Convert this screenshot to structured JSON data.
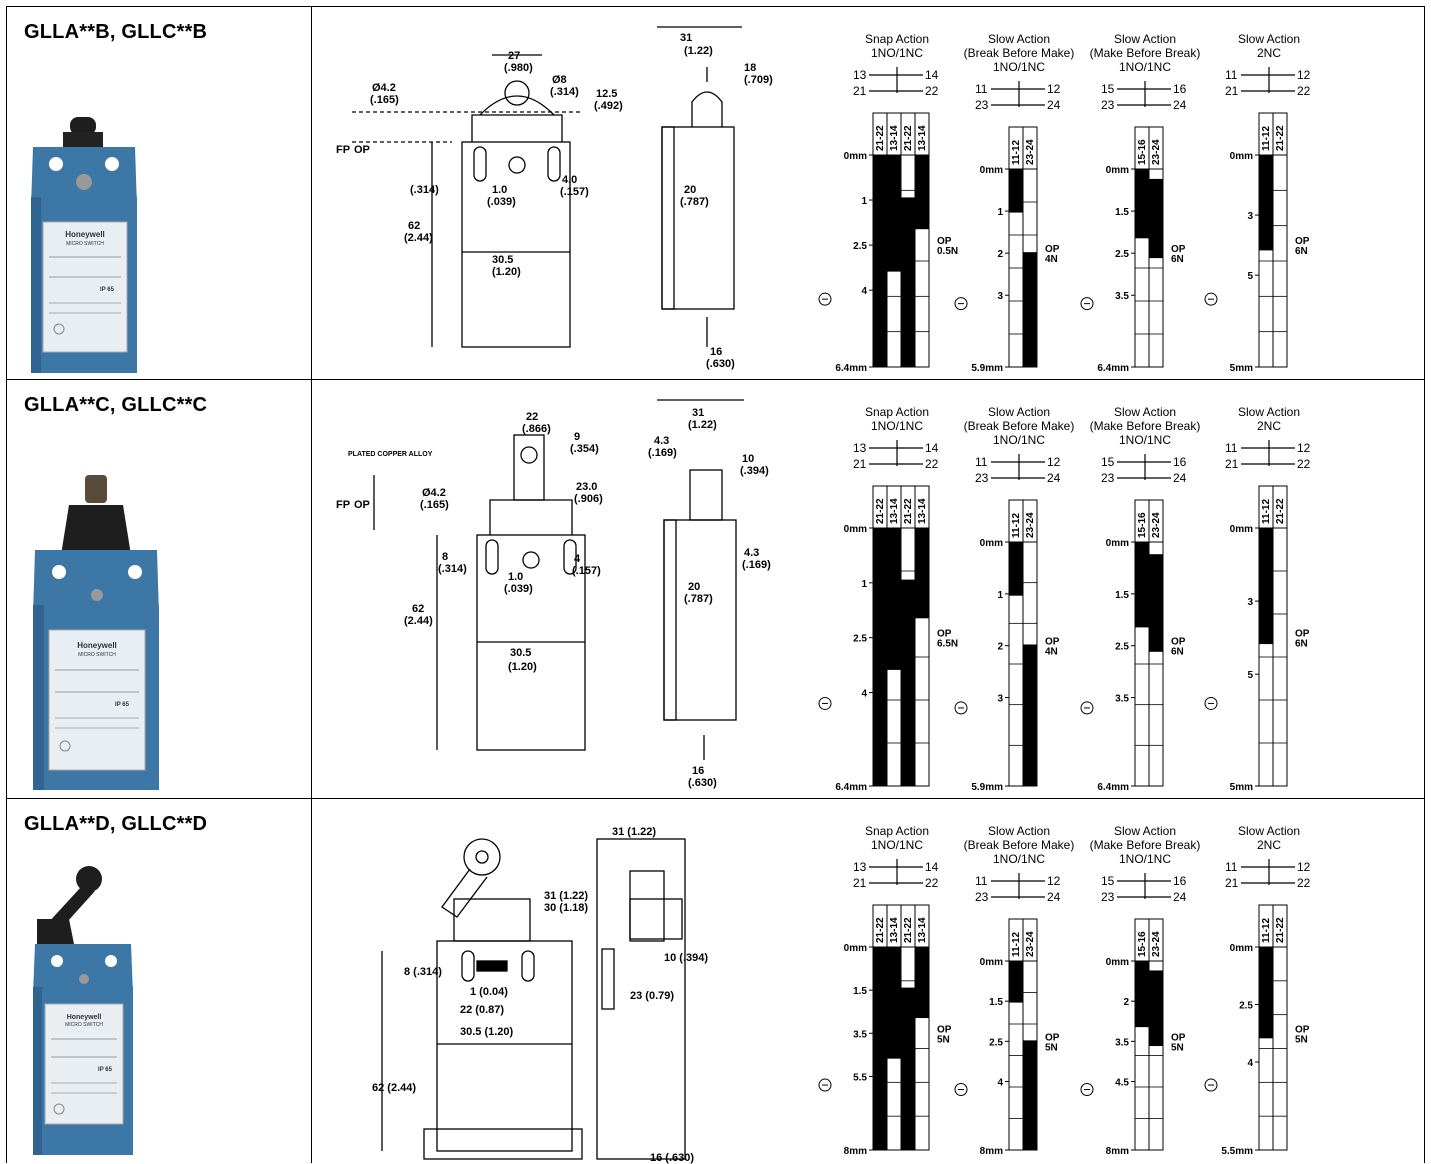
{
  "rows": [
    {
      "model": "GLLA**B, GLLC**B",
      "drawing_dims": [
        "31",
        "(1.22)",
        "27",
        "(.980)",
        "Ø4.2",
        "(.165)",
        "Ø8",
        "(.314)",
        "12.5",
        "(.492)",
        "18",
        "(.709)",
        "FP",
        "OP",
        "(.314)",
        "1.0",
        "(.039)",
        "4.0",
        "(.157)",
        "62",
        "(2.44)",
        "30.5",
        "(1.20)",
        "20",
        "(.787)",
        "16",
        "(.630)"
      ],
      "diagrams": [
        {
          "title": "Snap Action",
          "subtitle": "1NO/1NC",
          "wiring": [
            "13",
            "14",
            "21",
            "22"
          ],
          "contacts": [
            "21-22",
            "13-14",
            "21-22",
            "13-14"
          ],
          "ticks": [
            "0mm",
            "1",
            "2.5",
            "4",
            "6.4mm"
          ],
          "opos": "OP",
          "opos2": "0.5N"
        },
        {
          "title": "Slow Action",
          "subtitle": "(Break Before Make)",
          "subtitle2": "1NO/1NC",
          "wiring": [
            "11",
            "12",
            "23",
            "24"
          ],
          "contacts": [
            "11-12",
            "23-24"
          ],
          "ticks": [
            "0mm",
            "1",
            "2",
            "3",
            "5.9mm"
          ],
          "opos": "OP",
          "opos2": "4N"
        },
        {
          "title": "Slow Action",
          "subtitle": "(Make Before Break)",
          "subtitle2": "1NO/1NC",
          "wiring": [
            "15",
            "16",
            "23",
            "24"
          ],
          "contacts": [
            "15-16",
            "23-24"
          ],
          "ticks": [
            "0mm",
            "1.5",
            "2.5",
            "3.5",
            "6.4mm"
          ],
          "opos": "OP",
          "opos2": "6N"
        },
        {
          "title": "Slow Action",
          "subtitle": "2NC",
          "wiring": [
            "11",
            "12",
            "21",
            "22"
          ],
          "contacts": [
            "11-12",
            "21-22"
          ],
          "ticks": [
            "0mm",
            "3",
            "5",
            "5mm"
          ],
          "opos": "OP",
          "opos2": "6N"
        }
      ]
    },
    {
      "model": "GLLA**C, GLLC**C",
      "drawing_dims": [
        "31",
        "(1.22)",
        "22",
        "(.866)",
        "PLATED COPPER ALLOY",
        "9",
        "(.354)",
        "4.3",
        "(.169)",
        "10",
        "(.394)",
        "Ø4.2",
        "(.165)",
        "23.0",
        "(.906)",
        "FP",
        "OP",
        "8",
        "(.314)",
        "1.0",
        "(.039)",
        "4",
        "(.157)",
        "62",
        "(2.44)",
        "30.5",
        "(1.20)",
        "20",
        "(.787)",
        "4.3",
        "(.169)",
        "16",
        "(.630)"
      ],
      "diagrams": [
        {
          "title": "Snap Action",
          "subtitle": "1NO/1NC",
          "wiring": [
            "13",
            "14",
            "21",
            "22"
          ],
          "contacts": [
            "21-22",
            "13-14",
            "21-22",
            "13-14"
          ],
          "ticks": [
            "0mm",
            "1",
            "2.5",
            "4",
            "6.4mm"
          ],
          "opos": "OP",
          "opos2": "6.5N"
        },
        {
          "title": "Slow Action",
          "subtitle": "(Break Before Make)",
          "subtitle2": "1NO/1NC",
          "wiring": [
            "11",
            "12",
            "23",
            "24"
          ],
          "contacts": [
            "11-12",
            "23-24"
          ],
          "ticks": [
            "0mm",
            "1",
            "2",
            "3",
            "5.9mm"
          ],
          "opos": "OP",
          "opos2": "4N"
        },
        {
          "title": "Slow Action",
          "subtitle": "(Make Before Break)",
          "subtitle2": "1NO/1NC",
          "wiring": [
            "15",
            "16",
            "23",
            "24"
          ],
          "contacts": [
            "15-16",
            "23-24"
          ],
          "ticks": [
            "0mm",
            "1.5",
            "2.5",
            "3.5",
            "6.4mm"
          ],
          "opos": "OP",
          "opos2": "6N"
        },
        {
          "title": "Slow Action",
          "subtitle": "2NC",
          "wiring": [
            "11",
            "12",
            "21",
            "22"
          ],
          "contacts": [
            "11-12",
            "21-22"
          ],
          "ticks": [
            "0mm",
            "3",
            "5",
            "5mm"
          ],
          "opos": "OP",
          "opos2": "6N"
        }
      ]
    },
    {
      "model": "GLLA**D, GLLC**D",
      "drawing_dims": [
        "31 (1.22)",
        "31 (1.22)",
        "30 (1.18)",
        "10 (.394)",
        "8 (.314)",
        "1 (0.04)",
        "22 (0.87)",
        "30.5 (1.20)",
        "62 (2.44)",
        "23 (0.79)",
        "16 (.630)"
      ],
      "diagrams": [
        {
          "title": "Snap Action",
          "subtitle": "1NO/1NC",
          "wiring": [
            "13",
            "14",
            "21",
            "22"
          ],
          "contacts": [
            "21-22",
            "13-14",
            "21-22",
            "13-14"
          ],
          "ticks": [
            "0mm",
            "1.5",
            "3.5",
            "5.5",
            "8mm"
          ],
          "opos": "OP",
          "opos2": "5N"
        },
        {
          "title": "Slow Action",
          "subtitle": "(Break Before Make)",
          "subtitle2": "1NO/1NC",
          "wiring": [
            "11",
            "12",
            "23",
            "24"
          ],
          "contacts": [
            "11-12",
            "23-24"
          ],
          "ticks": [
            "0mm",
            "1.5",
            "2.5",
            "4",
            "8mm"
          ],
          "opos": "OP",
          "opos2": "5N"
        },
        {
          "title": "Slow Action",
          "subtitle": "(Make Before Break)",
          "subtitle2": "1NO/1NC",
          "wiring": [
            "15",
            "16",
            "23",
            "24"
          ],
          "contacts": [
            "15-16",
            "23-24"
          ],
          "ticks": [
            "0mm",
            "2",
            "3.5",
            "4.5",
            "8mm"
          ],
          "opos": "OP",
          "opos2": "5N"
        },
        {
          "title": "Slow Action",
          "subtitle": "2NC",
          "wiring": [
            "11",
            "12",
            "21",
            "22"
          ],
          "contacts": [
            "11-12",
            "21-22"
          ],
          "ticks": [
            "0mm",
            "2.5",
            "4",
            "5.5mm"
          ],
          "opos": "OP",
          "opos2": "5N"
        }
      ]
    }
  ],
  "product_label": {
    "brand": "Honeywell",
    "line": "MICRO SWITCH",
    "rating": "IP 65"
  },
  "colors": {
    "body": "#3d77a6",
    "body_dark": "#234e73",
    "actuator": "#1e1e1e"
  }
}
